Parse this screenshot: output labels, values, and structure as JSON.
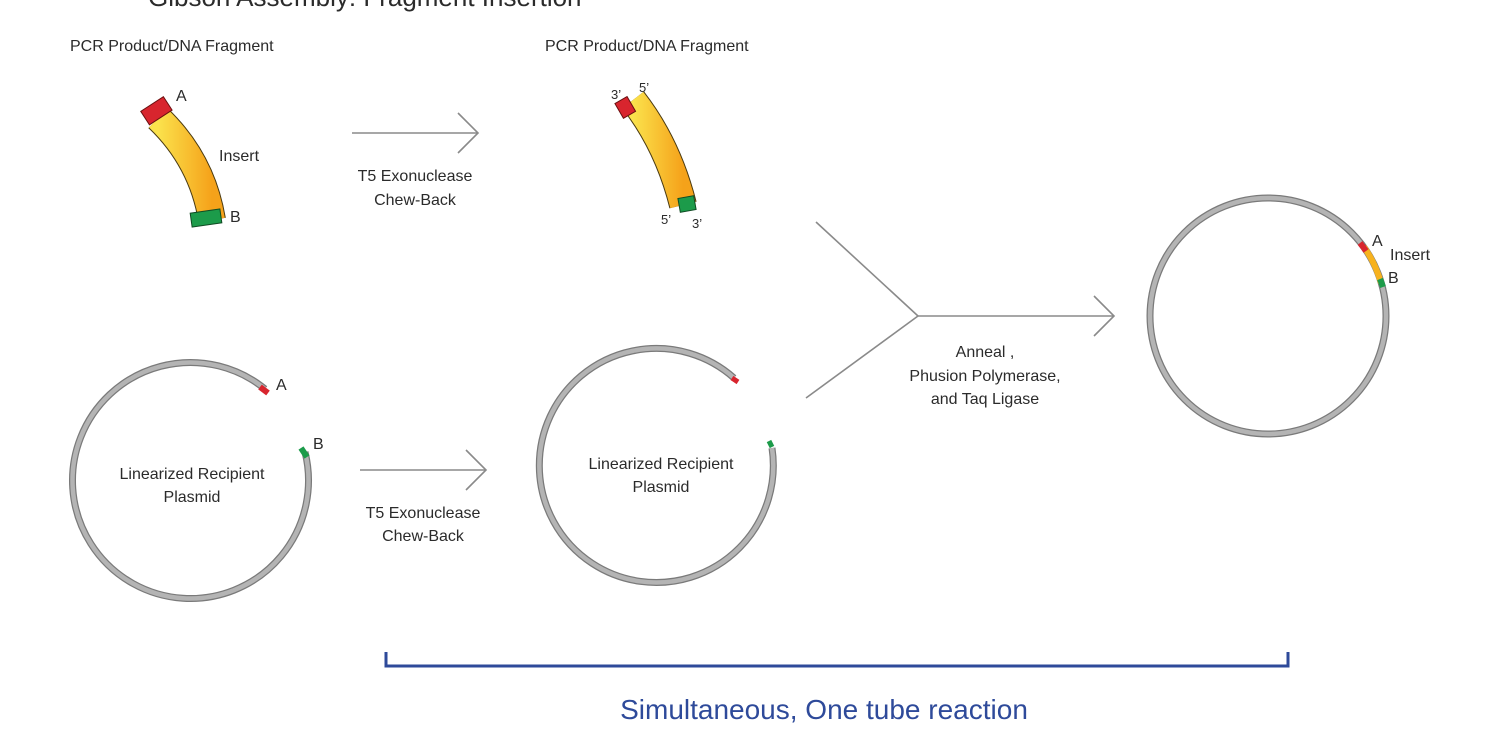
{
  "top_clipped_text": "Gibson Assembly: Fragment Insertion",
  "fragment_left": {
    "title": "PCR Product/DNA Fragment",
    "end_a": "A",
    "end_b": "B",
    "insert_label": "Insert"
  },
  "arrow_top": {
    "line1": "T5 Exonuclease",
    "line2": "Chew-Back"
  },
  "fragment_right": {
    "title": "PCR Product/DNA Fragment",
    "end_top_left": "3’",
    "end_top_right": "5’",
    "end_bottom_left": "5’",
    "end_bottom_right": "3’"
  },
  "plasmid_left": {
    "line1": "Linearized Recipient",
    "line2": "Plasmid",
    "end_a": "A",
    "end_b": "B"
  },
  "arrow_bottom": {
    "line1": "T5 Exonuclease",
    "line2": "Chew-Back"
  },
  "plasmid_mid": {
    "line1": "Linearized Recipient",
    "line2": "Plasmid"
  },
  "anneal": {
    "line1": "Anneal ,",
    "line2": "Phusion Polymerase,",
    "line3": "and Taq Ligase"
  },
  "product": {
    "end_a": "A",
    "end_b": "B",
    "insert_label": "Insert"
  },
  "footer": {
    "text": "Simultaneous, One tube reaction"
  },
  "colors": {
    "insert_fill": "#f7b21e",
    "insert_highlight": "#fbe14a",
    "end_a": "#d8252e",
    "end_b": "#1c9b4a",
    "plasmid": "#9a9a9a",
    "arrow": "#8a8a8a",
    "bracket": "#2e4a9a"
  }
}
